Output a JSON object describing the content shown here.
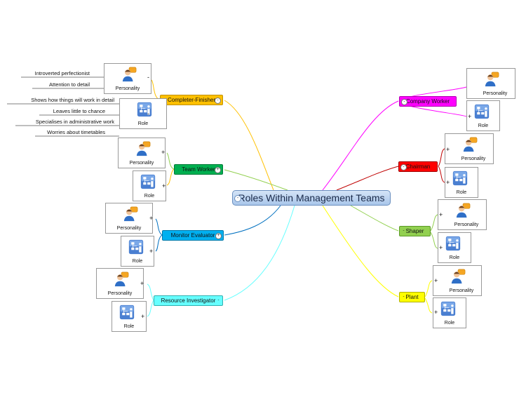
{
  "title": "Roles Within Management Teams",
  "colors": {
    "completer": "#ffc000",
    "team": "#00b050",
    "monitor": "#00b0f0",
    "resource": "#66ffff",
    "company": "#ff00ff",
    "chairman": "#ff0000",
    "shaper": "#92d050",
    "plant": "#ffff00"
  },
  "branches": {
    "completer": {
      "label": "Completer-Finisher",
      "toggle": "-"
    },
    "team": {
      "label": "Team Worker",
      "toggle": "+"
    },
    "monitor": {
      "label": "Monitor Evaluator",
      "toggle": "+"
    },
    "resource": {
      "label": "Resource Investigator",
      "toggle": "-"
    },
    "company": {
      "label": "Company Worker",
      "toggle": "-"
    },
    "chairman": {
      "label": "Chairman",
      "toggle": "-"
    },
    "shaper": {
      "label": "Shaper",
      "toggle": "-"
    },
    "plant": {
      "label": "Plant",
      "toggle": "-"
    }
  },
  "cards": {
    "personality": "Personality",
    "role": "Role",
    "plus": "+",
    "minus": "-"
  },
  "notes": {
    "personality": [
      "Introverted perfectionist",
      "Attention to detail"
    ],
    "role": [
      "Shows how things will work in detail",
      "Leaves little to chance",
      "Specialises in administrative work",
      "Worries about timetables"
    ]
  },
  "icons": [
    "person-speech-icon",
    "org-chart-icon"
  ]
}
